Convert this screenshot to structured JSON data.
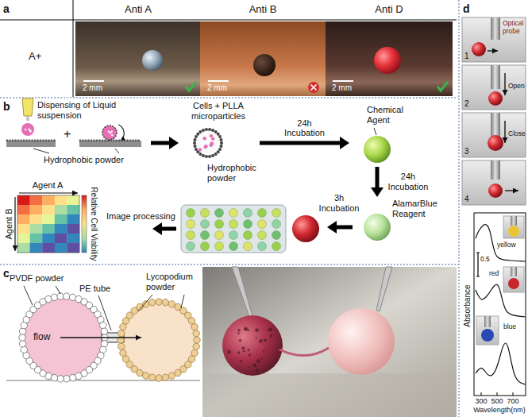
{
  "diagram": {
    "nodes": [
      {
        "text": [
          "Dispensing of Liquid suspension",
          "Hydrophobic powder"
        ]
      },
      {
        "text": [
          "Cells + PLLA microparticles",
          "Hydrophobic powder"
        ]
      },
      {
        "text": [
          "Chemical Agent"
        ]
      },
      {
        "text": [
          "AlamarBlue Reagent"
        ]
      }
    ],
    "edges": [
      {
        "from": 0,
        "to": 1,
        "arrow": "to"
      },
      {
        "from": 1,
        "to": 2,
        "label": "24h Incubation",
        "arrow": "to"
      },
      {
        "from": 2,
        "to": 3,
        "label": "24h Incubation",
        "arrow": "to"
      }
    ],
    "labels": [
      "a",
      "Anti A",
      "Anti B",
      "Anti D",
      "A+",
      "2 mm",
      "2 mm",
      "2 mm",
      "b",
      "+",
      "3h Incubation",
      "Image processing",
      "Agent A",
      "Agent B",
      "Relative Cell Viability",
      "c",
      "PVDF powder",
      "PE tube",
      "Lycopodium powder",
      "flow",
      "d",
      "Optical probe",
      "1",
      "2",
      "Open",
      "3",
      "Close",
      "4",
      "yellow",
      "red",
      "blue",
      "0.5",
      "Absorbance",
      "300",
      "500",
      "700",
      "Wavelength(nm)"
    ]
  }
}
